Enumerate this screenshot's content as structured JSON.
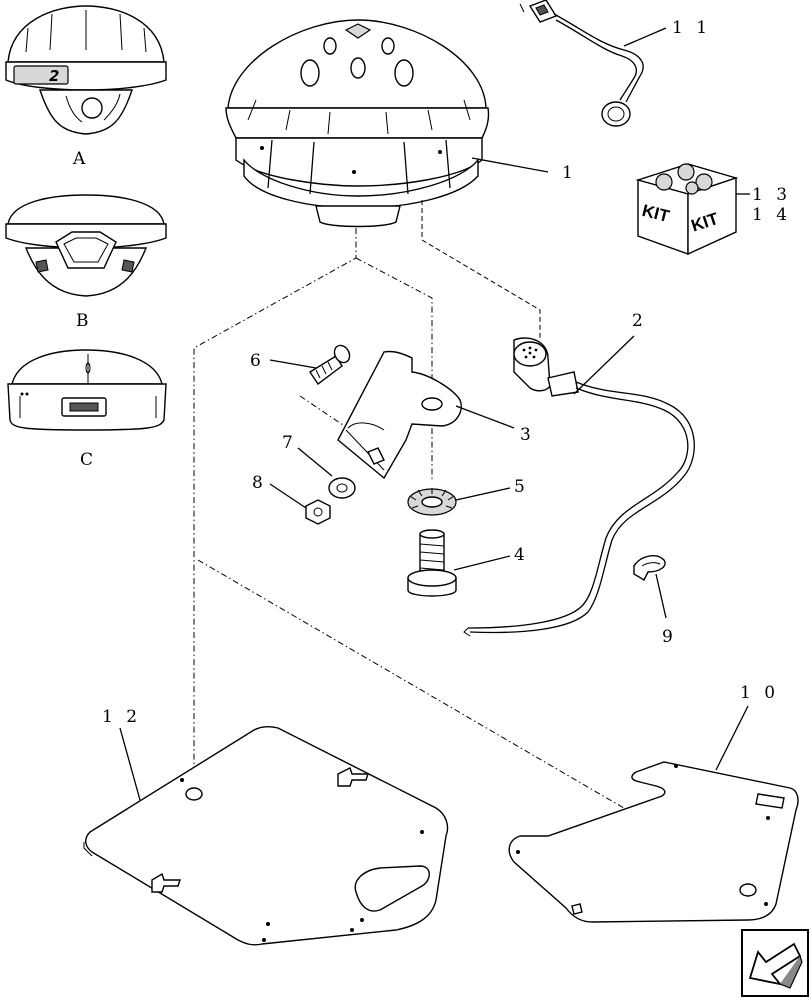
{
  "views": {
    "a": "A",
    "b": "B",
    "c": "C"
  },
  "callouts": {
    "p1": "1",
    "p2": "2",
    "p3": "3",
    "p4": "4",
    "p5": "5",
    "p6": "6",
    "p7": "7",
    "p8": "8",
    "p9": "9",
    "p10": "1 0",
    "p11": "1 1",
    "p12": "1 2",
    "p13": "1 3",
    "p14": "1 4"
  },
  "kit_box": {
    "left": "KIT",
    "right": "KIT"
  },
  "logo_text": "2",
  "nav_icon": "back-arrow-icon"
}
